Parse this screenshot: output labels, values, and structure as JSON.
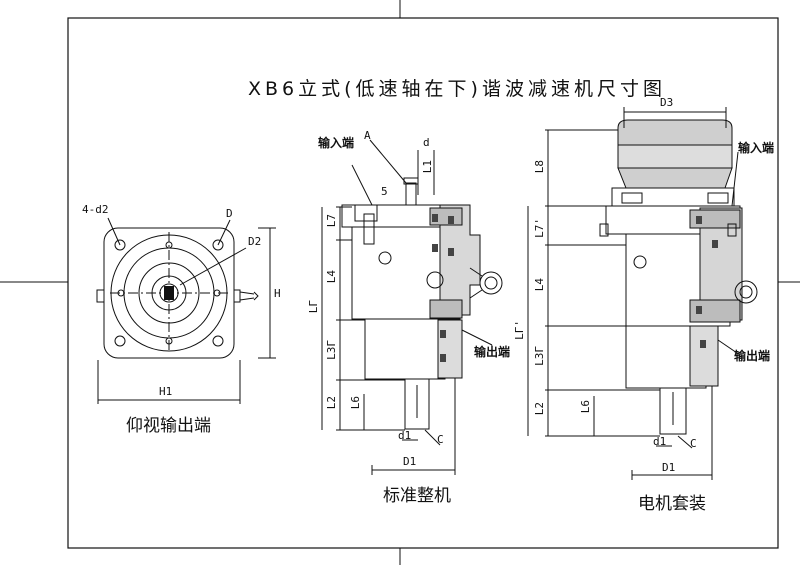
{
  "title": "XB6立式(低速轴在下)谐波减速机尺寸图",
  "views": {
    "bottom": {
      "caption": "仰视输出端",
      "labels": {
        "holes": "4-d2",
        "d": "D",
        "d2": "D2",
        "h": "H",
        "h1": "H1"
      }
    },
    "standard": {
      "caption": "标准整机",
      "labels": {
        "input": "输入端",
        "output": "输出端",
        "a": "A",
        "d": "d",
        "l1": "L1",
        "five": "5",
        "l7": "L7",
        "l4": "L4",
        "l3": "L3Γ",
        "l2": "L2",
        "l6": "L6",
        "lt": "LΓ",
        "d1_small": "d1",
        "c": "C",
        "d1": "D1"
      }
    },
    "motor": {
      "caption": "电机套装",
      "labels": {
        "input": "输入端",
        "output": "输出端",
        "d3": "D3",
        "l8": "L8",
        "l7": "L7'",
        "l4": "L4",
        "l3": "L3Γ",
        "l2": "L2",
        "l6": "L6",
        "lt": "LΓ'",
        "d1_small": "d1",
        "c": "C",
        "d1": "D1"
      }
    }
  },
  "colors": {
    "line": "#111111",
    "paper": "#ffffff"
  }
}
